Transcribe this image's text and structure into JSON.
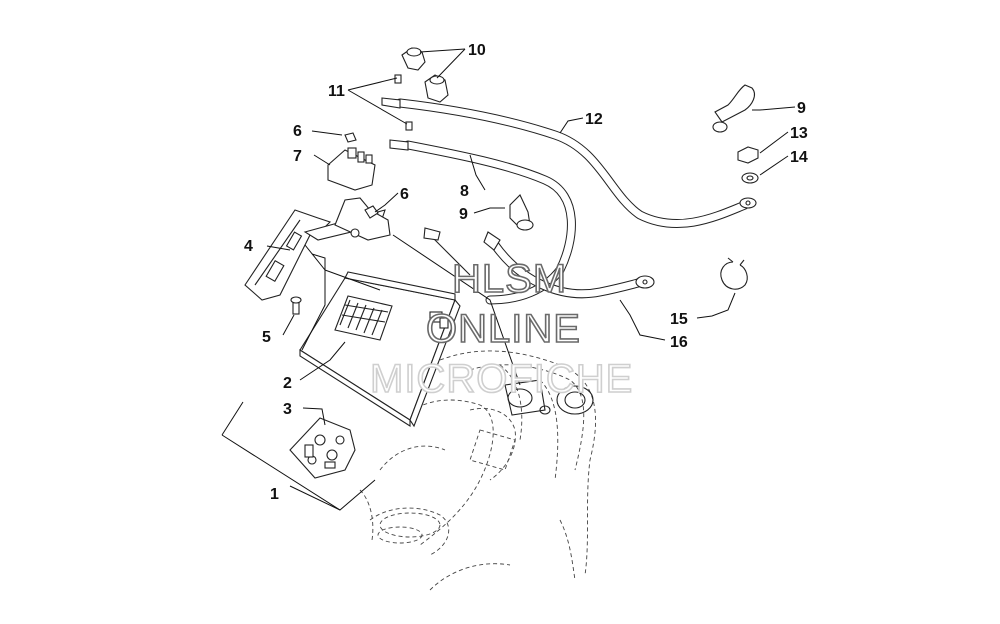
{
  "watermark": {
    "line1": "HLSM",
    "line2": "ONLINE",
    "line3": "MICROFICHE"
  },
  "callouts": {
    "c1": "1",
    "c2": "2",
    "c3": "3",
    "c4": "4",
    "c5": "5",
    "c6a": "6",
    "c6b": "6",
    "c7": "7",
    "c8": "8",
    "c9a": "9",
    "c9b": "9",
    "c10": "10",
    "c11": "11",
    "c12": "12",
    "c13": "13",
    "c14": "14",
    "c15": "15",
    "c16": "16"
  },
  "colors": {
    "ink": "#222222",
    "watermark_stroke": "#6a6a6a"
  }
}
